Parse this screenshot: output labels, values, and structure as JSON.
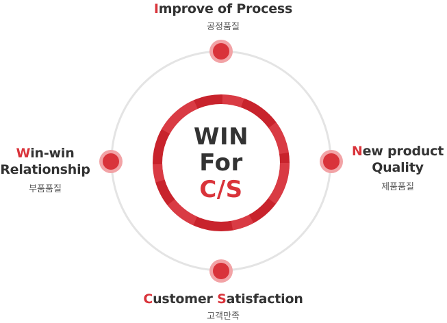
{
  "center": {
    "line1": "WIN",
    "line2": "For",
    "line3": "C/S"
  },
  "nodes": {
    "top": {
      "lines": [
        {
          "accent": "I",
          "rest": "mprove of Process"
        }
      ],
      "ko": "공정품질"
    },
    "right": {
      "lines": [
        {
          "accent": "N",
          "rest": "ew product"
        },
        {
          "accent": "",
          "rest": "Quality"
        }
      ],
      "ko": "제품품질"
    },
    "bottom": {
      "lines": [
        {
          "accent": "C",
          "rest": "ustomer ",
          "accent2": "S",
          "rest2": "atisfaction"
        }
      ],
      "ko": "고객만족"
    },
    "left": {
      "lines": [
        {
          "accent": "W",
          "rest": "in-win"
        },
        {
          "accent": "",
          "rest": "Relationship"
        }
      ],
      "ko": "부품품질"
    }
  },
  "colors": {
    "accent": "#d9333a",
    "ring": "#c8232c",
    "orbit": "#e4e4e4",
    "text": "#333333"
  }
}
